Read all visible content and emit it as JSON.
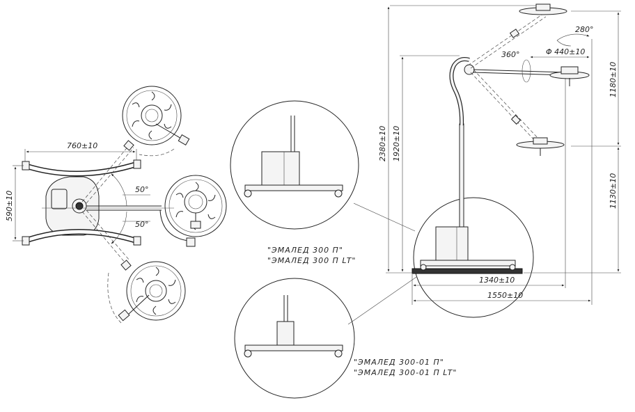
{
  "dimensions": {
    "top_width": "760±10",
    "top_depth": "590±10",
    "angle_upper": "50°",
    "angle_lower": "50°",
    "total_height": "2380±10",
    "arm_height": "1920±10",
    "rotation_360": "360°",
    "rotation_280": "280°",
    "head_diameter": "Φ 440±10",
    "head_range": "1180±10",
    "min_height": "1130±10",
    "base_width": "1340±10",
    "reach": "1550±10"
  },
  "models": {
    "variant_a_line1": "\"ЭМАЛЕД 300 П\"",
    "variant_a_line2": "\"ЭМАЛЕД 300 П LT\"",
    "variant_b_line1": "\"ЭМАЛЕД 300-01 П\"",
    "variant_b_line2": "\"ЭМАЛЕД 300-01 П LT\""
  }
}
